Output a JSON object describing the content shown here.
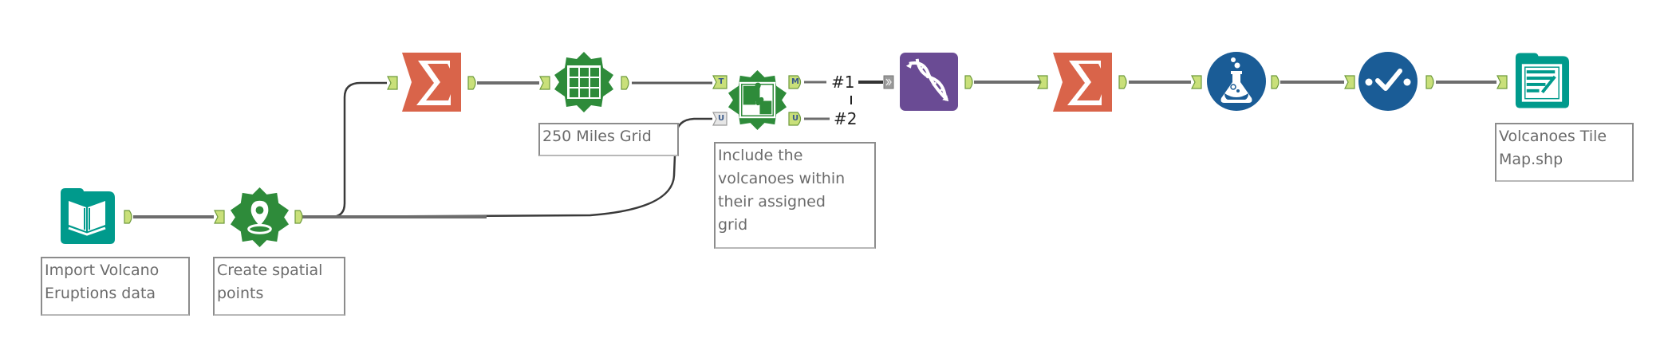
{
  "workflow": {
    "tools": [
      {
        "id": "input",
        "kind": "input-data",
        "icon": "book-icon",
        "color": "#009A8C",
        "annotation": "Import Volcano\nEruptions data"
      },
      {
        "id": "create-points",
        "kind": "create-points",
        "icon": "map-pin-icon",
        "color": "#2E8B3A",
        "annotation": "Create spatial\npoints"
      },
      {
        "id": "summarize-1",
        "kind": "summarize",
        "icon": "sigma-icon",
        "color": "#D9644A",
        "annotation": ""
      },
      {
        "id": "make-grid",
        "kind": "make-grid",
        "icon": "grid-icon",
        "color": "#2E8B3A",
        "annotation": "250 Miles Grid"
      },
      {
        "id": "spatial-match",
        "kind": "spatial-match",
        "icon": "puzzle-icon",
        "color": "#2E8B3A",
        "annotation": "Include the\nvolcanoes within\ntheir assigned\ngrid"
      },
      {
        "id": "union",
        "kind": "union",
        "icon": "dna-icon",
        "color": "#6A4B94",
        "annotation": ""
      },
      {
        "id": "summarize-2",
        "kind": "summarize",
        "icon": "sigma-icon",
        "color": "#D9644A",
        "annotation": ""
      },
      {
        "id": "formula",
        "kind": "formula",
        "icon": "flask-icon",
        "color": "#1A5C96",
        "annotation": ""
      },
      {
        "id": "select",
        "kind": "select",
        "icon": "check-icon",
        "color": "#1A5C96",
        "annotation": ""
      },
      {
        "id": "output",
        "kind": "output-data",
        "icon": "write-file-icon",
        "color": "#009A8C",
        "annotation": "Volcanoes Tile\nMap.shp"
      }
    ],
    "anchor_labels": {
      "target": "T",
      "universe": "U",
      "matched": "M",
      "unmatched": "U"
    },
    "stream_labels": [
      "#1",
      "#2"
    ],
    "colors": {
      "anchor_fill": "#C9E07A",
      "anchor_stroke": "#6E9A3C",
      "connection": "#6d6d6d",
      "connection_dark": "#222222"
    }
  }
}
